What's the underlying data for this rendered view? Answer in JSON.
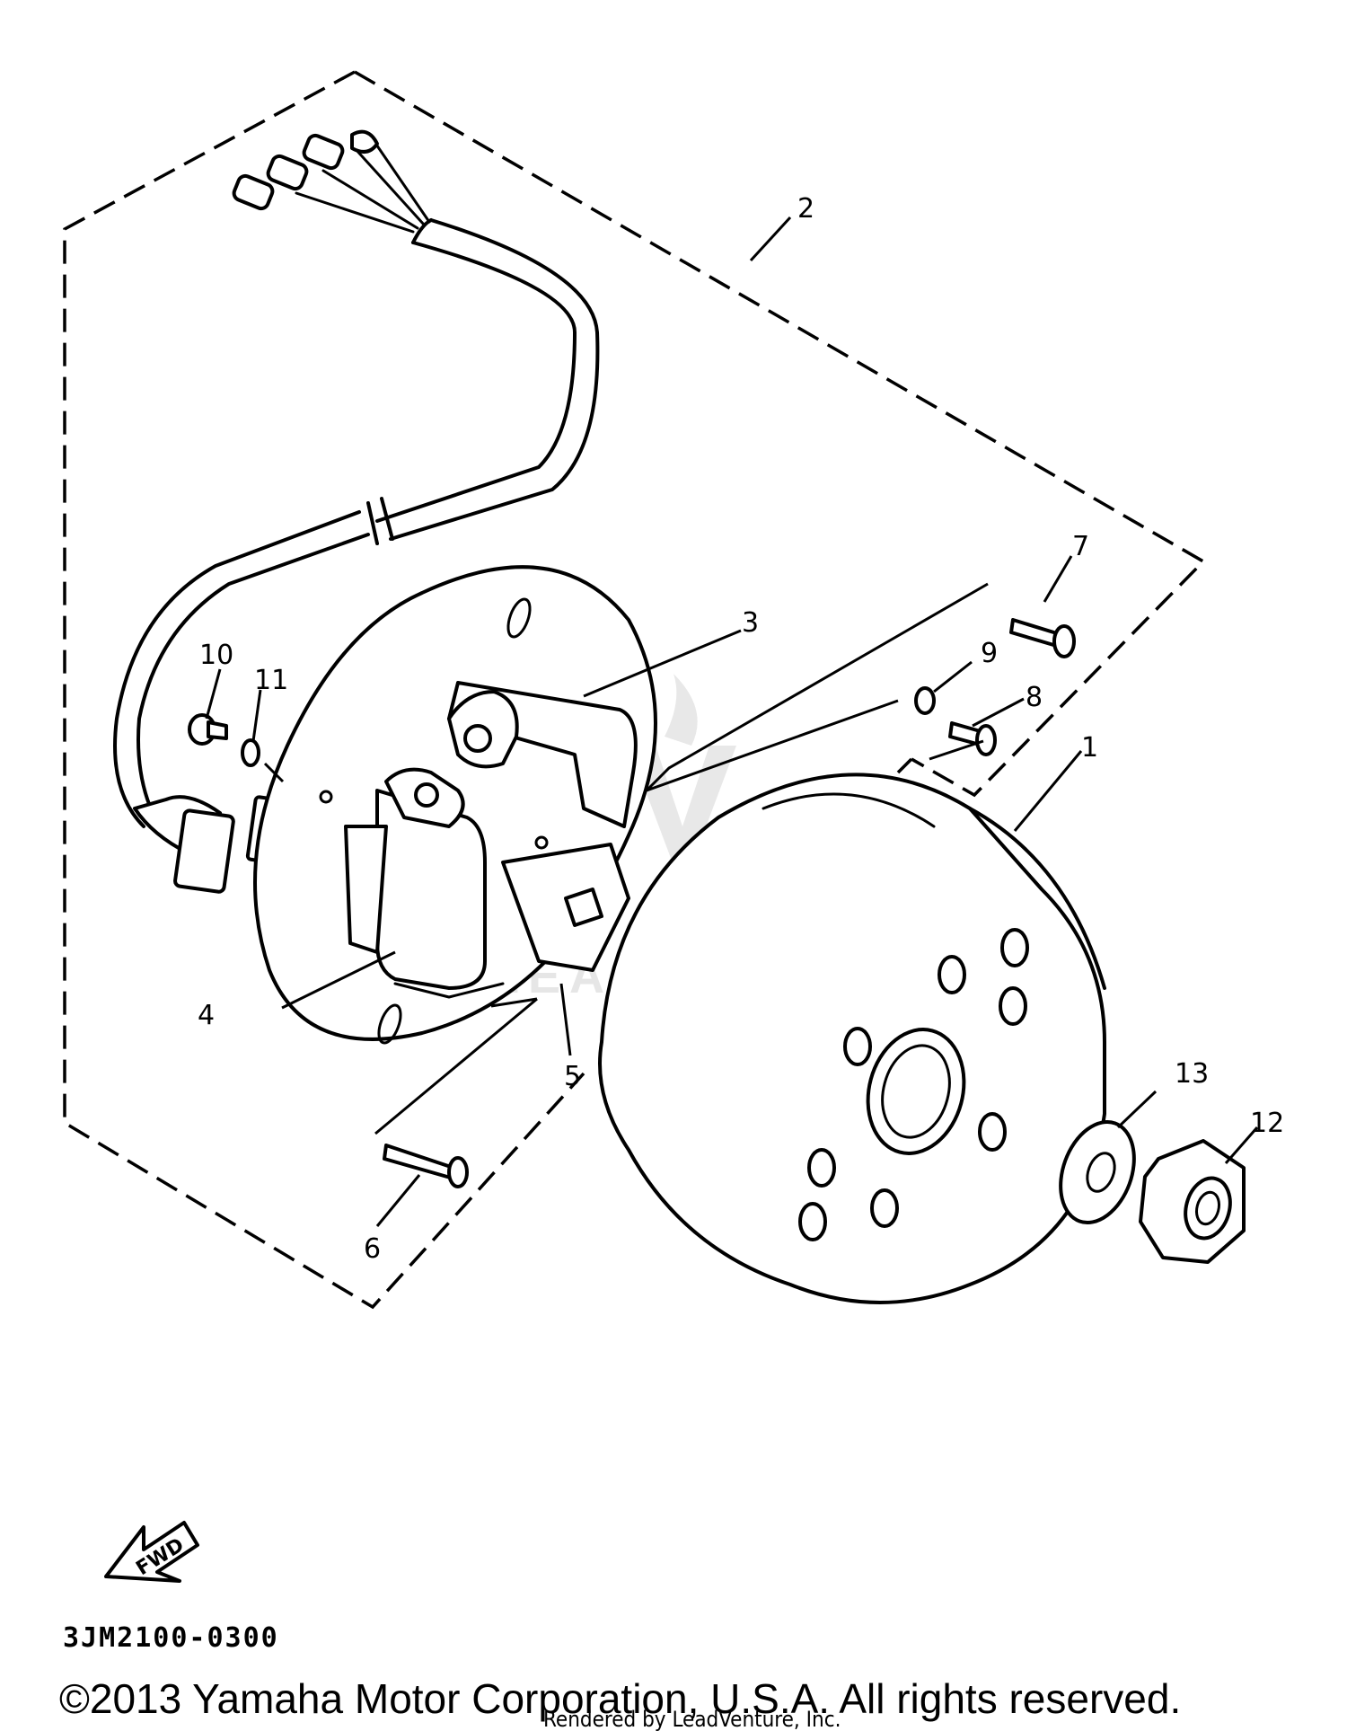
{
  "diagram": {
    "callouts": [
      "1",
      "2",
      "3",
      "4",
      "5",
      "6",
      "7",
      "8",
      "9",
      "10",
      "11",
      "12",
      "13"
    ],
    "fwd_label": "FWD",
    "part_code": "3JM2100-0300",
    "watermark": "LEADVENTURE",
    "watermark_logo_icon": "leadventure-logo-icon",
    "copyright": "©2013 Yamaha Motor Corporation, U.S.A. All rights reserved.",
    "rendered_by": "Rendered by LeadVenture, Inc."
  }
}
